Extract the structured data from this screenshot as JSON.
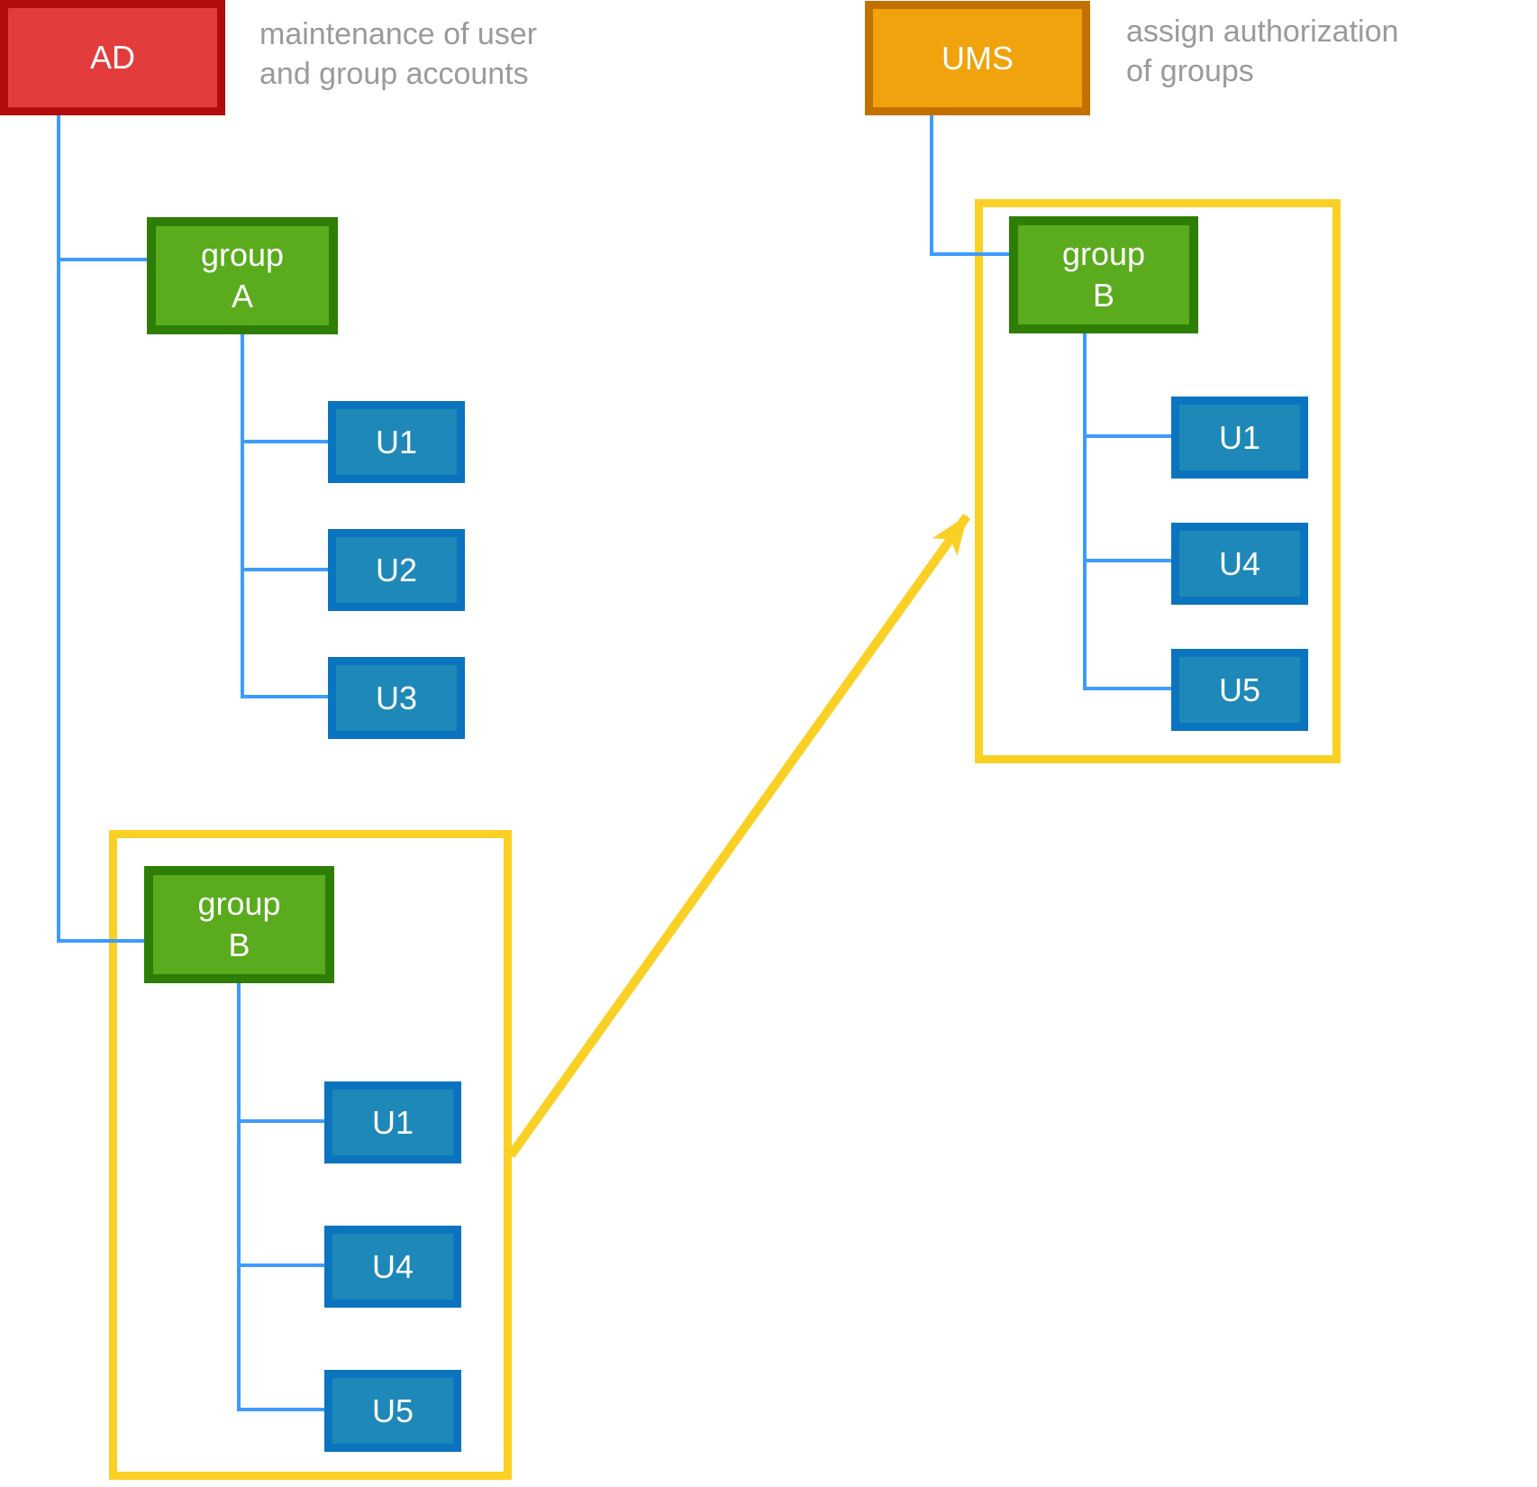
{
  "colors": {
    "background": "#FFFFFF",
    "ad_fill": "#E23C3C",
    "ad_border": "#B20C0C",
    "ums_fill": "#F0A30C",
    "ums_border": "#C27100",
    "group_fill": "#5AAB1D",
    "group_border": "#2E7D05",
    "user_fill": "#1E88B8",
    "user_border": "#0B74BE",
    "connector_blue": "#3E9BFC",
    "highlight_yellow": "#FBD024",
    "caption_text": "#9A9A9A",
    "node_text": "#FFFFFF"
  },
  "nodes": {
    "ad": {
      "label": "AD"
    },
    "ums": {
      "label": "UMS"
    }
  },
  "captions": {
    "ad_line1": "maintenance of user",
    "ad_line2": "and group accounts",
    "ums_line1": "assign authorization",
    "ums_line2": "of groups"
  },
  "groups": {
    "group_a": {
      "name_line1": "group",
      "name_line2": "A",
      "users": [
        "U1",
        "U2",
        "U3"
      ]
    },
    "group_b_ad": {
      "name_line1": "group",
      "name_line2": "B",
      "users": [
        "U1",
        "U4",
        "U5"
      ]
    },
    "group_b_ums": {
      "name_line1": "group",
      "name_line2": "B",
      "users": [
        "U1",
        "U4",
        "U5"
      ]
    }
  }
}
